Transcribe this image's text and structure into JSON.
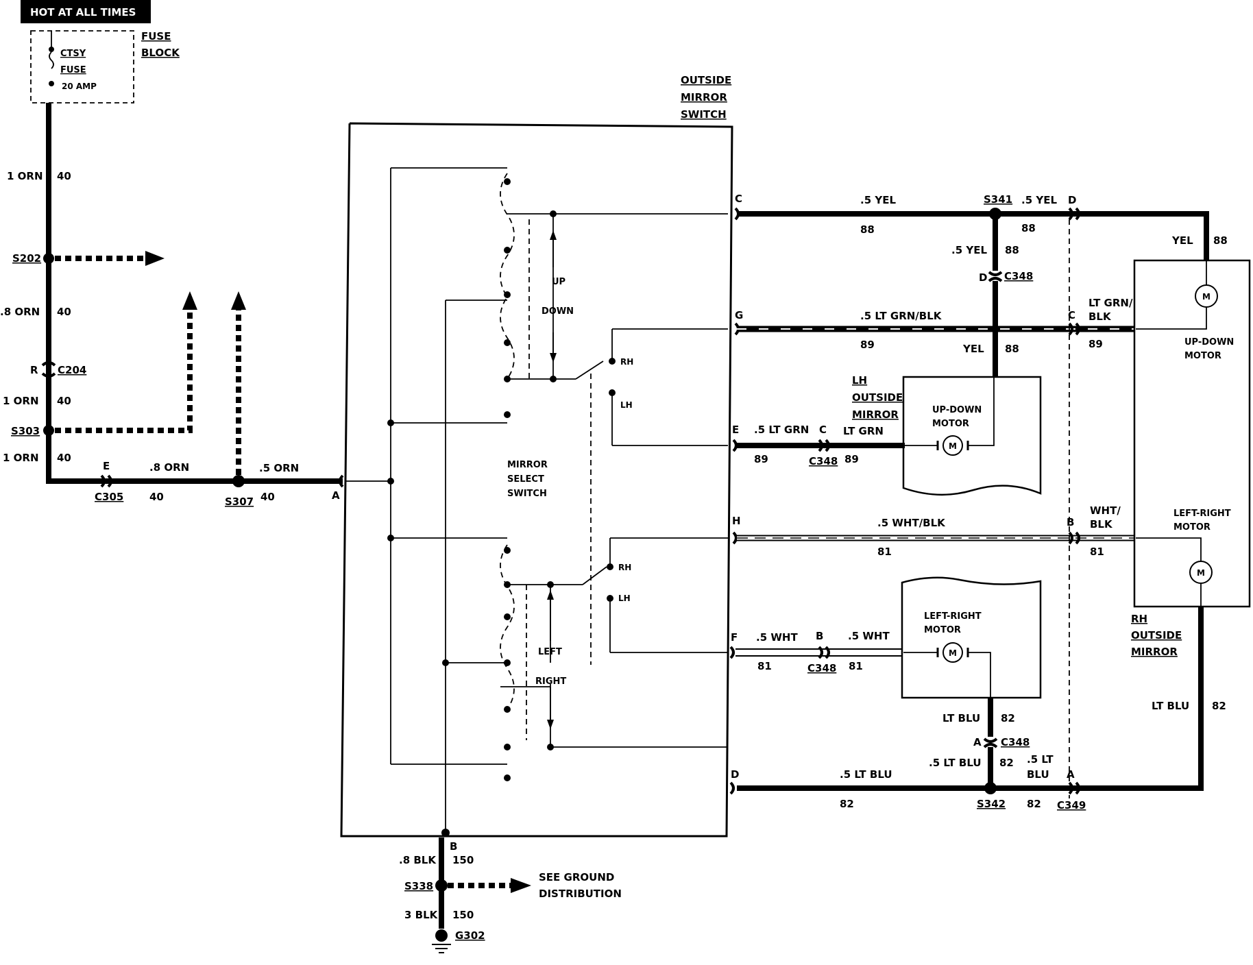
{
  "header": {
    "badge": "HOT AT ALL TIMES"
  },
  "fuse_block": {
    "label_1": "FUSE",
    "label_2": "BLOCK",
    "fuse_name_1": "CTSY",
    "fuse_name_2": "FUSE",
    "rating": "20 AMP"
  },
  "feed": {
    "w1_gauge": "1 ORN",
    "w1_circuit": "40",
    "splice_s202": "S202",
    "w2_gauge": ".8 ORN",
    "w2_circuit": "40",
    "conn_c204_pin": "R",
    "conn_c204": "C204",
    "w3_gauge": "1 ORN",
    "w3_circuit": "40",
    "splice_s303": "S303",
    "w4_gauge": "1 ORN",
    "w4_circuit": "40",
    "conn_c305_pin": "E",
    "conn_c305": "C305",
    "w5_gauge": ".8 ORN",
    "w5_circuit": "40",
    "splice_s307": "S307",
    "w6_gauge": ".5 ORN",
    "w6_circuit": "40",
    "switch_pin_a": "A"
  },
  "mirror_switch": {
    "title_1": "OUTSIDE",
    "title_2": "MIRROR",
    "title_3": "SWITCH",
    "select_1": "MIRROR",
    "select_2": "SELECT",
    "select_3": "SWITCH",
    "up": "UP",
    "down": "DOWN",
    "left": "LEFT",
    "right": "RIGHT",
    "rh_1": "RH",
    "lh_1": "LH",
    "rh_2": "RH",
    "lh_2": "LH",
    "pin_c": "C",
    "pin_g": "G",
    "pin_e": "E",
    "pin_h": "H",
    "pin_f": "F",
    "pin_d": "D",
    "pin_b": "B"
  },
  "circuits": {
    "c_gauge": ".5 YEL",
    "c_num": "88",
    "s341": "S341",
    "c2_gauge": ".5 YEL",
    "c2_num": "88",
    "c_pin_d": "D",
    "rh_yel": "YEL",
    "rh_yel_num": "88",
    "branch_gauge": ".5 YEL",
    "branch_num": "88",
    "c348_pin_d": "D",
    "c348_top": "C348",
    "lh_yel": "YEL",
    "lh_yel_num": "88",
    "g_gauge": ".5 LT GRN/BLK",
    "g_num": "89",
    "g_pin_c": "C",
    "rh_ltgrn_1": "LT GRN/",
    "rh_ltgrn_2": "BLK",
    "rh_ltgrn_num": "89",
    "e_gauge": ".5 LT GRN",
    "e_num": "89",
    "c348_pin_c": "C",
    "c348_mid": "C348",
    "c348_mid_num": "89",
    "lh_ltgrn": "LT GRN",
    "h_gauge": ".5 WHT/BLK",
    "h_num": "81",
    "h_pin_b": "B",
    "rh_wht_1": "WHT/",
    "rh_wht_2": "BLK",
    "rh_wht_num": "81",
    "f_gauge": ".5 WHT",
    "f_num": "81",
    "c348_pin_b": "B",
    "c348_low": "C348",
    "f2_gauge": ".5 WHT",
    "f2_num": "81",
    "lh_ltblu": "LT BLU",
    "lh_ltblu_num": "82",
    "c348_pin_a": "A",
    "c348_bot": "C348",
    "br_ltblu": ".5 LT BLU",
    "br_ltblu_num": "82",
    "d_gauge": ".5 LT BLU",
    "d_num": "82",
    "s342": "S342",
    "d2_gauge_1": ".5 LT",
    "d2_gauge_2": "BLU",
    "d2_num": "82",
    "c349_pin_a": "A",
    "c349": "C349",
    "rh_ltblu": "LT BLU",
    "rh_ltblu_num": "82"
  },
  "lh_mirror": {
    "title_1": "LH",
    "title_2": "OUTSIDE",
    "title_3": "MIRROR",
    "updown_1": "UP-DOWN",
    "updown_2": "MOTOR",
    "lr_1": "LEFT-RIGHT",
    "lr_2": "MOTOR",
    "m": "M",
    "m2": "M"
  },
  "rh_mirror": {
    "title_1": "RH",
    "title_2": "OUTSIDE",
    "title_3": "MIRROR",
    "updown_1": "UP-DOWN",
    "updown_2": "MOTOR",
    "lr_1": "LEFT-RIGHT",
    "lr_2": "MOTOR",
    "m": "M",
    "m2": "M"
  },
  "ground": {
    "w1_gauge": ".8 BLK",
    "w1_num": "150",
    "splice": "S338",
    "see_1": "SEE GROUND",
    "see_2": "DISTRIBUTION",
    "w2_gauge": "3 BLK",
    "w2_num": "150",
    "g302": "G302"
  }
}
